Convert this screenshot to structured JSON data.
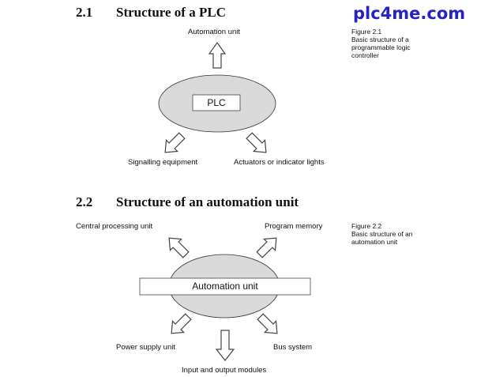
{
  "watermark": "plc4me.com",
  "section1": {
    "number": "2.1",
    "title": "Structure of a PLC",
    "center_label": "PLC",
    "labels": {
      "top": "Automation unit",
      "bottom_left": "Signalling equipment",
      "bottom_right": "Actuators or indicator lights"
    },
    "caption": {
      "figure": "Figure 2.1",
      "text": "Basic structure of a programmable logic controller"
    }
  },
  "section2": {
    "number": "2.2",
    "title": "Structure of an automation unit",
    "center_label": "Automation unit",
    "labels": {
      "top_left": "Central processing unit",
      "top_right": "Program memory",
      "bottom_left": "Power supply unit",
      "bottom_right": "Bus system",
      "bottom": "Input and output modules"
    },
    "caption": {
      "figure": "Figure 2.2",
      "text": "Basic structure of an automation unit"
    }
  },
  "colors": {
    "ellipse_fill": "#d9d9d9",
    "stroke": "#333333",
    "watermark": "#2323c9"
  }
}
